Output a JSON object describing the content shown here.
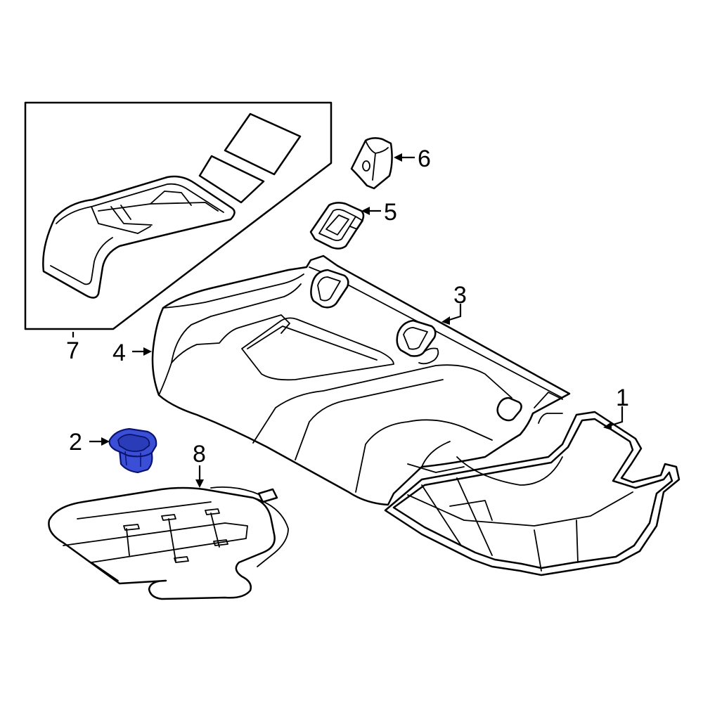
{
  "diagram": {
    "highlight_color": "#3a4fd6",
    "highlight_outline": "#0a1370",
    "callouts": [
      {
        "id": "1",
        "label": "1",
        "part": "seat-frame"
      },
      {
        "id": "2",
        "label": "2",
        "part": "clip-highlighted"
      },
      {
        "id": "3",
        "label": "3",
        "part": "seat-cushion-cover"
      },
      {
        "id": "4",
        "label": "4",
        "part": "seat-cushion-pad"
      },
      {
        "id": "5",
        "label": "5",
        "part": "guide-bracket"
      },
      {
        "id": "6",
        "label": "6",
        "part": "bushing"
      },
      {
        "id": "7",
        "label": "7",
        "part": "inset-cover-kit"
      },
      {
        "id": "8",
        "label": "8",
        "part": "heater-element"
      }
    ]
  }
}
